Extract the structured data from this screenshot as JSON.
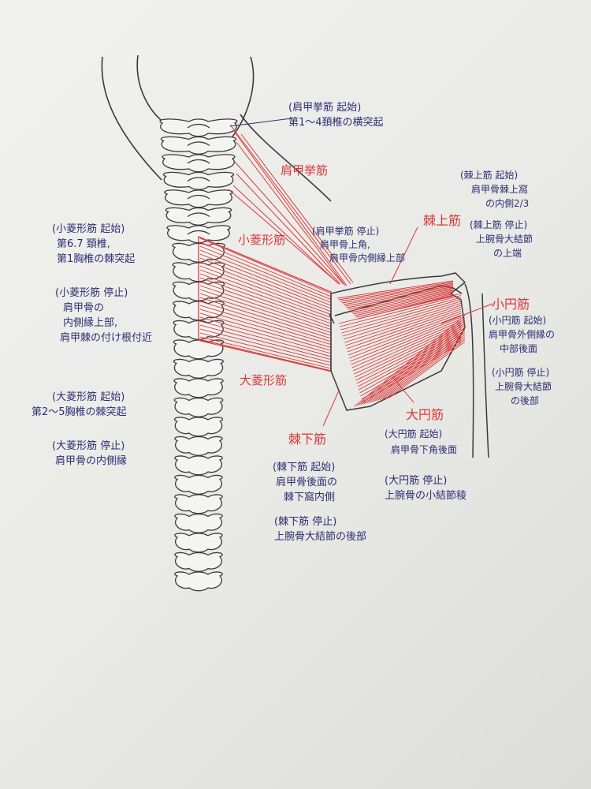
{
  "colors": {
    "ink": "#2b2f73",
    "muscle": "#d83a3a",
    "outline": "#3a3a3a",
    "paper": "#efefed"
  },
  "labels": {
    "levator": "肩甲挙筋",
    "rhomboid_minor": "小菱形筋",
    "rhomboid_major": "大菱形筋",
    "supraspinatus": "棘上筋",
    "teres_minor": "小円筋",
    "teres_major": "大円筋",
    "infraspinatus": "棘下筋"
  },
  "notes": {
    "levator_origin": {
      "title": "(肩甲挙筋 起始)",
      "body": [
        "第1～4頚椎の横突起"
      ]
    },
    "levator_insertion": {
      "title": "(肩甲挙筋 停止)",
      "body": [
        "肩甲骨上角,",
        "肩甲骨内側縁上部"
      ]
    },
    "rhomboid_minor_origin": {
      "title": "(小菱形筋 起始)",
      "body": [
        "第6.7 頚椎,",
        "第1胸椎の棘突起"
      ]
    },
    "rhomboid_minor_insertion": {
      "title": "(小菱形筋 停止)",
      "body": [
        "肩甲骨の",
        "内側縁上部,",
        "肩甲棘の付け根付近"
      ]
    },
    "rhomboid_major_origin": {
      "title": "(大菱形筋 起始)",
      "body": [
        "第2～5胸椎の棘突起"
      ]
    },
    "rhomboid_major_insertion": {
      "title": "(大菱形筋 停止)",
      "body": [
        "肩甲骨の内側縁"
      ]
    },
    "supraspinatus_origin": {
      "title": "(棘上筋 起始)",
      "body": [
        "肩甲骨棘上窩",
        "の内側2/3"
      ]
    },
    "supraspinatus_insertion": {
      "title": "(棘上筋 停止)",
      "body": [
        "上腕骨大結節",
        "の上端"
      ]
    },
    "teres_minor_origin": {
      "title": "(小円筋 起始)",
      "body": [
        "肩甲骨外側縁の",
        "中部後面"
      ]
    },
    "teres_minor_insertion": {
      "title": "(小円筋 停止)",
      "body": [
        "上腕骨大結節",
        "の後部"
      ]
    },
    "teres_major_origin": {
      "title": "(大円筋 起始)",
      "body": [
        "肩甲骨下角後面"
      ]
    },
    "teres_major_insertion": {
      "title": "(大円筋 停止)",
      "body": [
        "上腕骨の小結節稜"
      ]
    },
    "infraspinatus_origin": {
      "title": "(棘下筋 起始)",
      "body": [
        "肩甲骨後面の",
        "棘下窩内側"
      ]
    },
    "infraspinatus_insertion": {
      "title": "(棘下筋 停止)",
      "body": [
        "上腕骨大結節の後部"
      ]
    }
  }
}
